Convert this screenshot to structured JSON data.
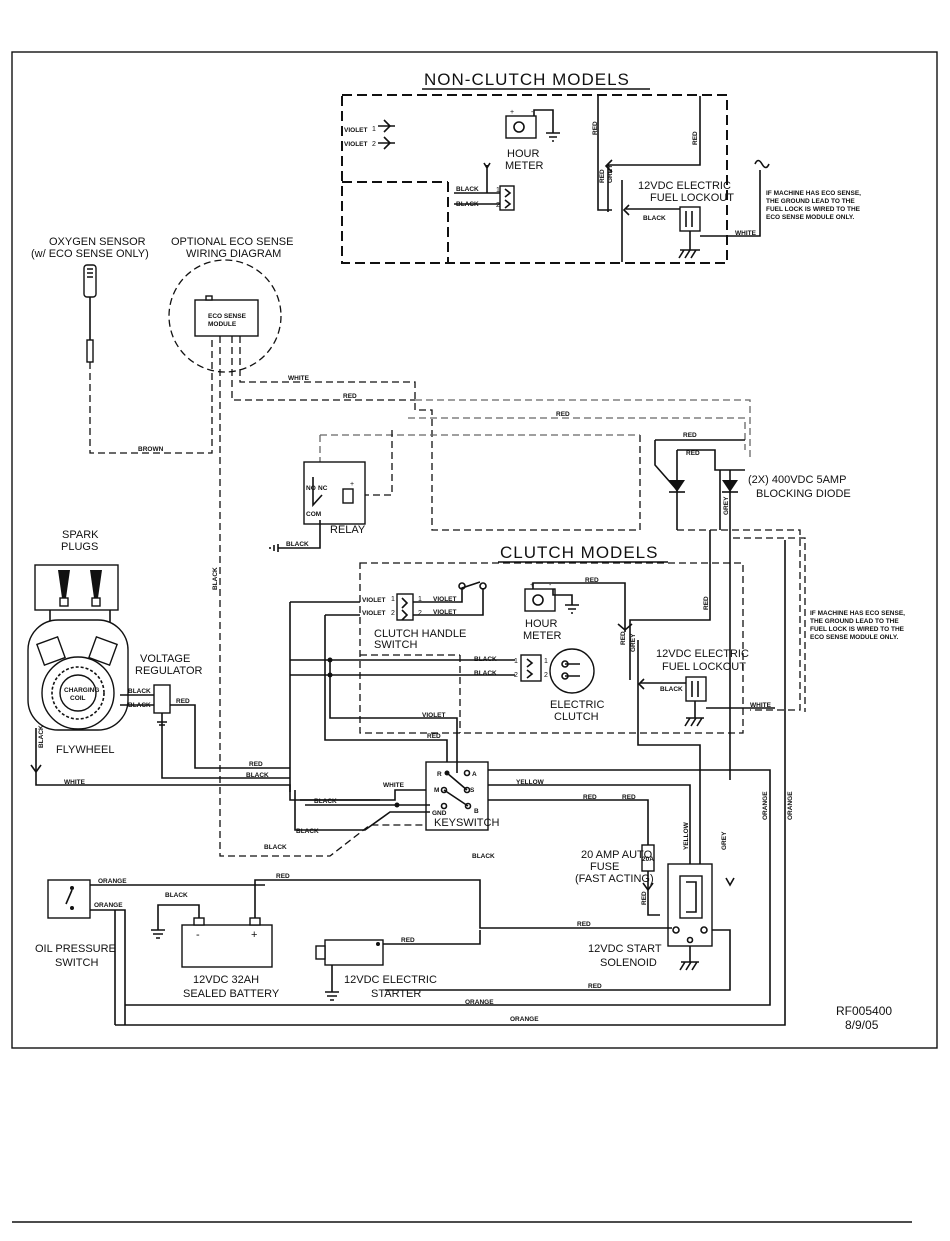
{
  "sections": {
    "non_clutch": "NON-CLUTCH MODELS",
    "clutch": "CLUTCH MODELS"
  },
  "components": {
    "hour_meter_top": [
      "HOUR",
      "METER"
    ],
    "fuel_lockout_top": [
      "12VDC ELECTRIC",
      "FUEL LOCKOUT"
    ],
    "oxygen_sensor": [
      "OXYGEN SENSOR",
      "(w/ ECO SENSE ONLY)"
    ],
    "eco_sense_diagram": [
      "OPTIONAL ECO SENSE",
      "WIRING DIAGRAM"
    ],
    "eco_module": [
      "ECO SENSE",
      "MODULE"
    ],
    "relay": "RELAY",
    "relay_pins": {
      "no": "NO",
      "nc": "NC",
      "com": "COM"
    },
    "blocking_diode": [
      "(2X) 400VDC 5AMP",
      "BLOCKING DIODE"
    ],
    "spark_plugs": [
      "SPARK",
      "PLUGS"
    ],
    "voltage_regulator": [
      "VOLTAGE",
      "REGULATOR"
    ],
    "charging_coil": [
      "CHARGING",
      "COIL"
    ],
    "flywheel": "FLYWHEEL",
    "clutch_handle_switch": [
      "CLUTCH HANDLE",
      "SWITCH"
    ],
    "hour_meter_clutch": [
      "HOUR",
      "METER"
    ],
    "electric_clutch": [
      "ELECTRIC",
      "CLUTCH"
    ],
    "fuel_lockout_clutch": [
      "12VDC ELECTRIC",
      "FUEL LOCKOUT"
    ],
    "keyswitch": "KEYSWITCH",
    "keyswitch_pins": {
      "r": "R",
      "a": "A",
      "m": "M",
      "s": "S",
      "gnd": "GND",
      "b": "B"
    },
    "fuse": [
      "20 AMP AUTO",
      "FUSE",
      "(FAST ACTING)"
    ],
    "fuse_rating": "20A",
    "start_solenoid": [
      "12VDC START",
      "SOLENOID"
    ],
    "oil_pressure_switch": [
      "OIL PRESSURE",
      "SWITCH"
    ],
    "battery": [
      "12VDC 32AH",
      "SEALED BATTERY"
    ],
    "starter": [
      "12VDC ELECTRIC",
      "STARTER"
    ],
    "plus": "+",
    "minus": "-"
  },
  "notes": {
    "eco_top": [
      "IF MACHINE HAS ECO SENSE,",
      "THE GROUND LEAD TO THE",
      "FUEL LOCK IS WIRED TO THE",
      "ECO SENSE MODULE ONLY."
    ],
    "eco_clutch": [
      "IF MACHINE HAS ECO SENSE,",
      "THE GROUND LEAD TO THE",
      "FUEL LOCK IS WIRED TO THE",
      "ECO SENSE MODULE ONLY."
    ]
  },
  "wire_labels": {
    "violet": "VIOLET",
    "black": "BLACK",
    "red": "RED",
    "grey": "GREY",
    "white": "WHITE",
    "brown": "BROWN",
    "yellow": "YELLOW",
    "orange": "ORANGE"
  },
  "pin_numbers": {
    "one": "1",
    "two": "2"
  },
  "drawing_info": {
    "number": "RF005400",
    "date": "8/9/05"
  }
}
